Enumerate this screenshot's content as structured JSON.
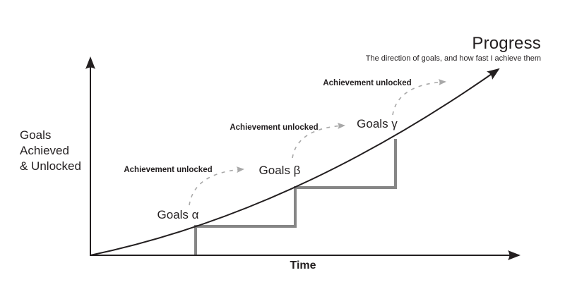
{
  "header": {
    "title": "Progress",
    "subtitle": "The direction of goals, and how fast I achieve them"
  },
  "y_axis": {
    "label_lines": [
      "Goals",
      "Achieved",
      "& Unlocked"
    ]
  },
  "x_axis": {
    "label": "Time"
  },
  "annotations": {
    "achievements": [
      {
        "label": "Achievement unlocked"
      },
      {
        "label": "Achievement unlocked"
      },
      {
        "label": "Achievement unlocked"
      }
    ],
    "goals": [
      {
        "label": "Goals α"
      },
      {
        "label": "Goals β"
      },
      {
        "label": "Goals γ"
      }
    ]
  },
  "colors": {
    "ink": "#231f20",
    "step_gray": "#868686",
    "dashed_gray": "#a8a8a8",
    "background": "#ffffff"
  },
  "chart_data": {
    "type": "line",
    "title": "Progress",
    "subtitle": "The direction of goals, and how fast I achieve them",
    "xlabel": "Time",
    "ylabel": "Goals Achieved & Unlocked",
    "axes_numeric": false,
    "grid": false,
    "legend": false,
    "xlim": [
      0,
      1
    ],
    "ylim": [
      0,
      1
    ],
    "series": [
      {
        "name": "progress-curve",
        "style": "black accelerating curve ending in an arrowhead",
        "x": [
          0,
          0.24,
          0.48,
          0.71,
          0.95
        ],
        "y": [
          0,
          0.15,
          0.34,
          0.59,
          0.94
        ]
      },
      {
        "name": "goal-steps",
        "style": "gray staircase rising under the curve",
        "points": [
          [
            0.24,
            0
          ],
          [
            0.24,
            0.15
          ],
          [
            0.48,
            0.15
          ],
          [
            0.48,
            0.34
          ],
          [
            0.71,
            0.34
          ],
          [
            0.71,
            0.59
          ]
        ]
      }
    ],
    "annotations": [
      {
        "text": "Goals α",
        "x": 0.24,
        "y": 0.15,
        "placement": "above-left of first step corner"
      },
      {
        "text": "Goals β",
        "x": 0.48,
        "y": 0.34,
        "placement": "above-left of second step corner"
      },
      {
        "text": "Goals γ",
        "x": 0.71,
        "y": 0.59,
        "placement": "above-left of third step corner"
      },
      {
        "text": "Achievement unlocked",
        "arrow": "dashed gray arc from Goals α toward Goals β"
      },
      {
        "text": "Achievement unlocked",
        "arrow": "dashed gray arc from Goals β toward Goals γ"
      },
      {
        "text": "Achievement unlocked",
        "arrow": "dashed gray arc from Goals γ toward curve arrow tip"
      }
    ]
  }
}
